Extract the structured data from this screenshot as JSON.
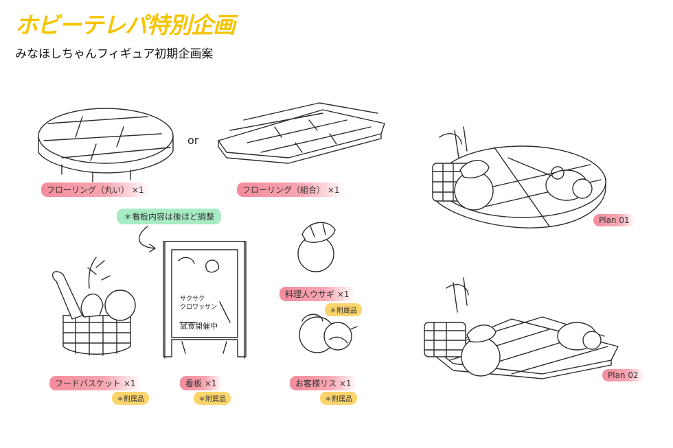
{
  "header": {
    "brand_title": "ホビーテレパ特別企画",
    "subtitle": "みなほしちゃんフィギュア初期企画案"
  },
  "connector_text": "or",
  "labels": {
    "flooring_round": "フローリング（丸い） ×1",
    "flooring_combo": "フローリング（組合） ×1",
    "plan_01": "Plan 01",
    "plan_02": "Plan 02",
    "sign_note": "＊看板内容は後ほど調整",
    "cooking_rabbit": "料理人ウサギ ×1",
    "cooking_rabbit_accessory": "＊附属品",
    "food_basket": "フードバスケット ×1",
    "food_basket_accessory": "＊附属品",
    "signboard": "看板 ×1",
    "signboard_accessory": "＊附属品",
    "customer_squirrel": "お客様リス ×1",
    "customer_squirrel_accessory": "＊附属品"
  },
  "signboard_text": {
    "line1": "サクサク",
    "line2": "クロワッサン",
    "line3": "試食開催中"
  },
  "colors": {
    "brand_yellow": "#f5c400",
    "label_pink": "#f38b9b",
    "label_yellow": "#fbd46b",
    "label_green": "#a8ecc5"
  }
}
